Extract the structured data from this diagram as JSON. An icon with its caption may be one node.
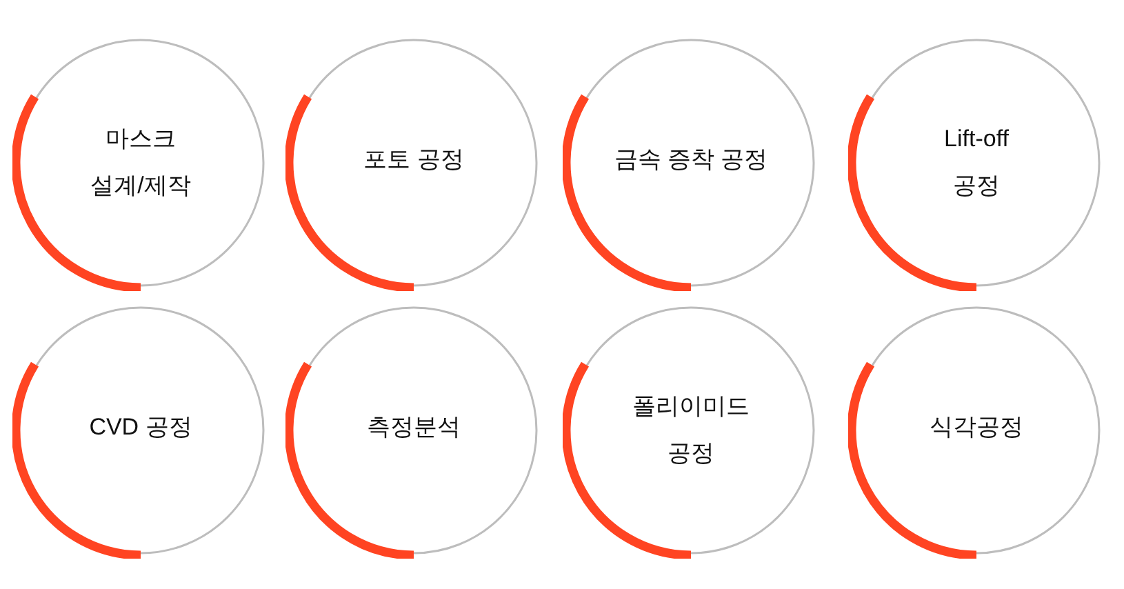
{
  "diagram": {
    "nodes": [
      {
        "text": [
          "마스크 설계/제작"
        ]
      },
      {
        "text": [
          "포토 공정"
        ]
      },
      {
        "text": [
          "금속 증착 공정"
        ]
      },
      {
        "text": [
          "Lift-off 공정"
        ]
      },
      {
        "text": [
          "CVD 공정"
        ]
      },
      {
        "text": [
          "측정분석"
        ]
      },
      {
        "text": [
          "폴리이미드 공정"
        ]
      },
      {
        "text": [
          "식각공정"
        ]
      }
    ]
  }
}
